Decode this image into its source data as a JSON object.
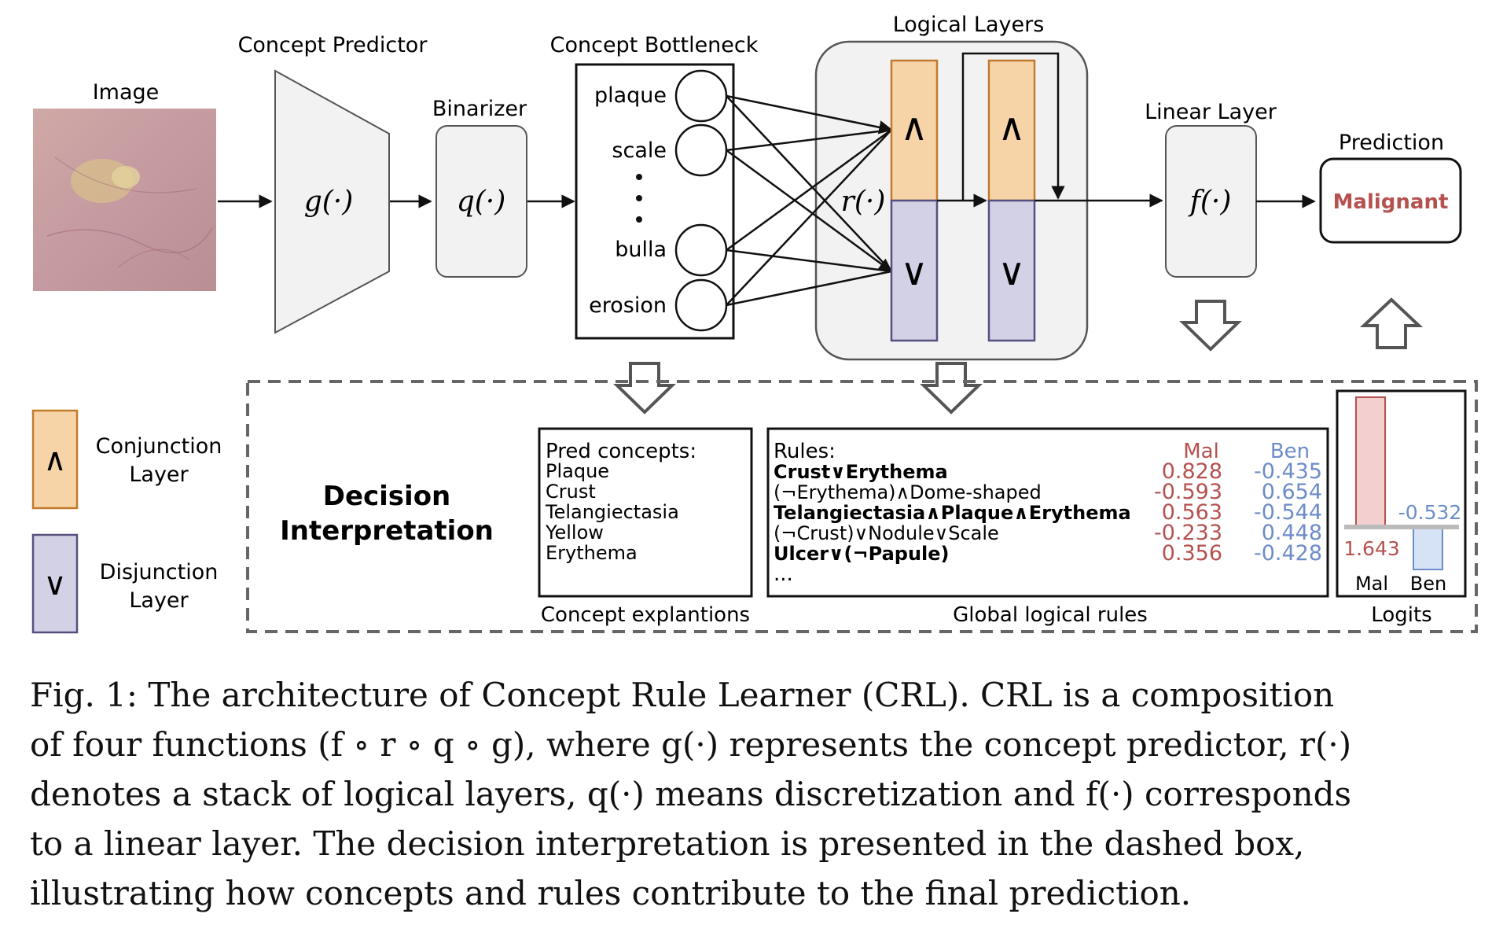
{
  "pipeline": {
    "image_label": "Image",
    "concept_predictor_label": "Concept Predictor",
    "concept_predictor_fn": "g(·)",
    "binarizer_label": "Binarizer",
    "binarizer_fn": "q(·)",
    "bottleneck_label": "Concept Bottleneck",
    "concepts": [
      "plaque",
      "scale",
      "bulla",
      "erosion"
    ],
    "logical_layers_label": "Logical Layers",
    "logical_fn": "r(·)",
    "and_symbol": "∧",
    "or_symbol": "∨",
    "linear_layer_label": "Linear Layer",
    "linear_fn": "f(·)",
    "prediction_label": "Prediction",
    "prediction_value": "Malignant"
  },
  "legend": {
    "conjunction_line1": "Conjunction",
    "conjunction_line2": "Layer",
    "disjunction_line1": "Disjunction",
    "disjunction_line2": "Layer"
  },
  "interpretation": {
    "title_line1": "Decision",
    "title_line2": "Interpretation",
    "pred_concepts_title": "Pred concepts:",
    "pred_concepts": [
      "Plaque",
      "Crust",
      "Telangiectasia",
      "Yellow",
      "Erythema"
    ],
    "concept_explanations_label": "Concept explantions",
    "rules_title": "Rules:",
    "mal_header": "Mal",
    "ben_header": "Ben",
    "rules": [
      {
        "text": "Crust∨Erythema",
        "mal": "0.828",
        "ben": "-0.435"
      },
      {
        "text": "(¬Erythema)∧Dome-shaped",
        "mal": "-0.593",
        "ben": "0.654"
      },
      {
        "text": "Telangiectasia∧Plaque∧Erythema",
        "mal": "0.563",
        "ben": "-0.544"
      },
      {
        "text": "(¬Crust)∨Nodule∨Scale",
        "mal": "-0.233",
        "ben": "0.448"
      },
      {
        "text": "Ulcer∨(¬Papule)",
        "mal": "0.356",
        "ben": "-0.428"
      }
    ],
    "rules_ellipsis": "...",
    "global_rules_label": "Global logical rules",
    "logits_label": "Logits",
    "logit_mal_value": "1.643",
    "logit_ben_value": "-0.532",
    "logit_mal_label": "Mal",
    "logit_ben_label": "Ben"
  },
  "caption": {
    "line1": "Fig. 1: The architecture of Concept Rule Learner (CRL). CRL is a composition",
    "line2": "of four functions (f ∘ r ∘ q ∘ g), where g(·) represents the concept predictor, r(·)",
    "line3": "denotes a stack of logical layers, q(·) means discretization and f(·) corresponds",
    "line4": "to a linear layer. The decision interpretation is presented in the dashed box,",
    "line5": "illustrating how concepts and rules contribute to the final prediction."
  },
  "colors": {
    "conjunction_fill": "#f7d4a8",
    "conjunction_stroke": "#c27a2c",
    "disjunction_fill": "#d3d1e6",
    "disjunction_stroke": "#55507f",
    "mal_red": "#b5514f",
    "ben_blue": "#6d8cc8",
    "panel_gray": "#f2f2f2"
  }
}
